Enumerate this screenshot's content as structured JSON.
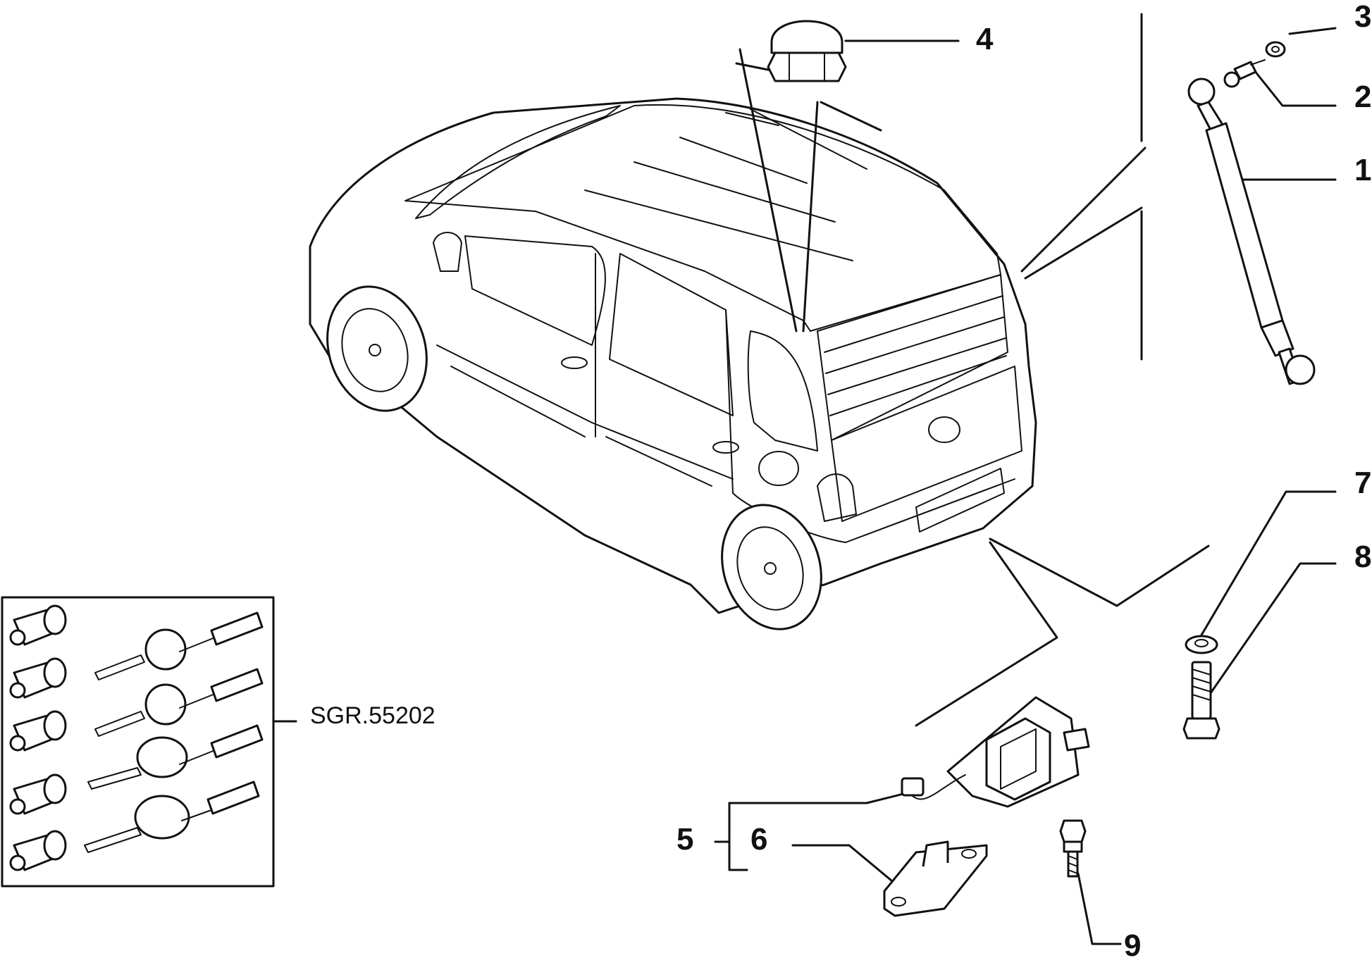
{
  "diagram": {
    "callouts": {
      "c1": "1",
      "c2": "2",
      "c3": "3",
      "c4": "4",
      "c5": "5",
      "c6": "6",
      "c7": "7",
      "c8": "8",
      "c9": "9"
    },
    "kit_reference": "SGR.55202"
  }
}
